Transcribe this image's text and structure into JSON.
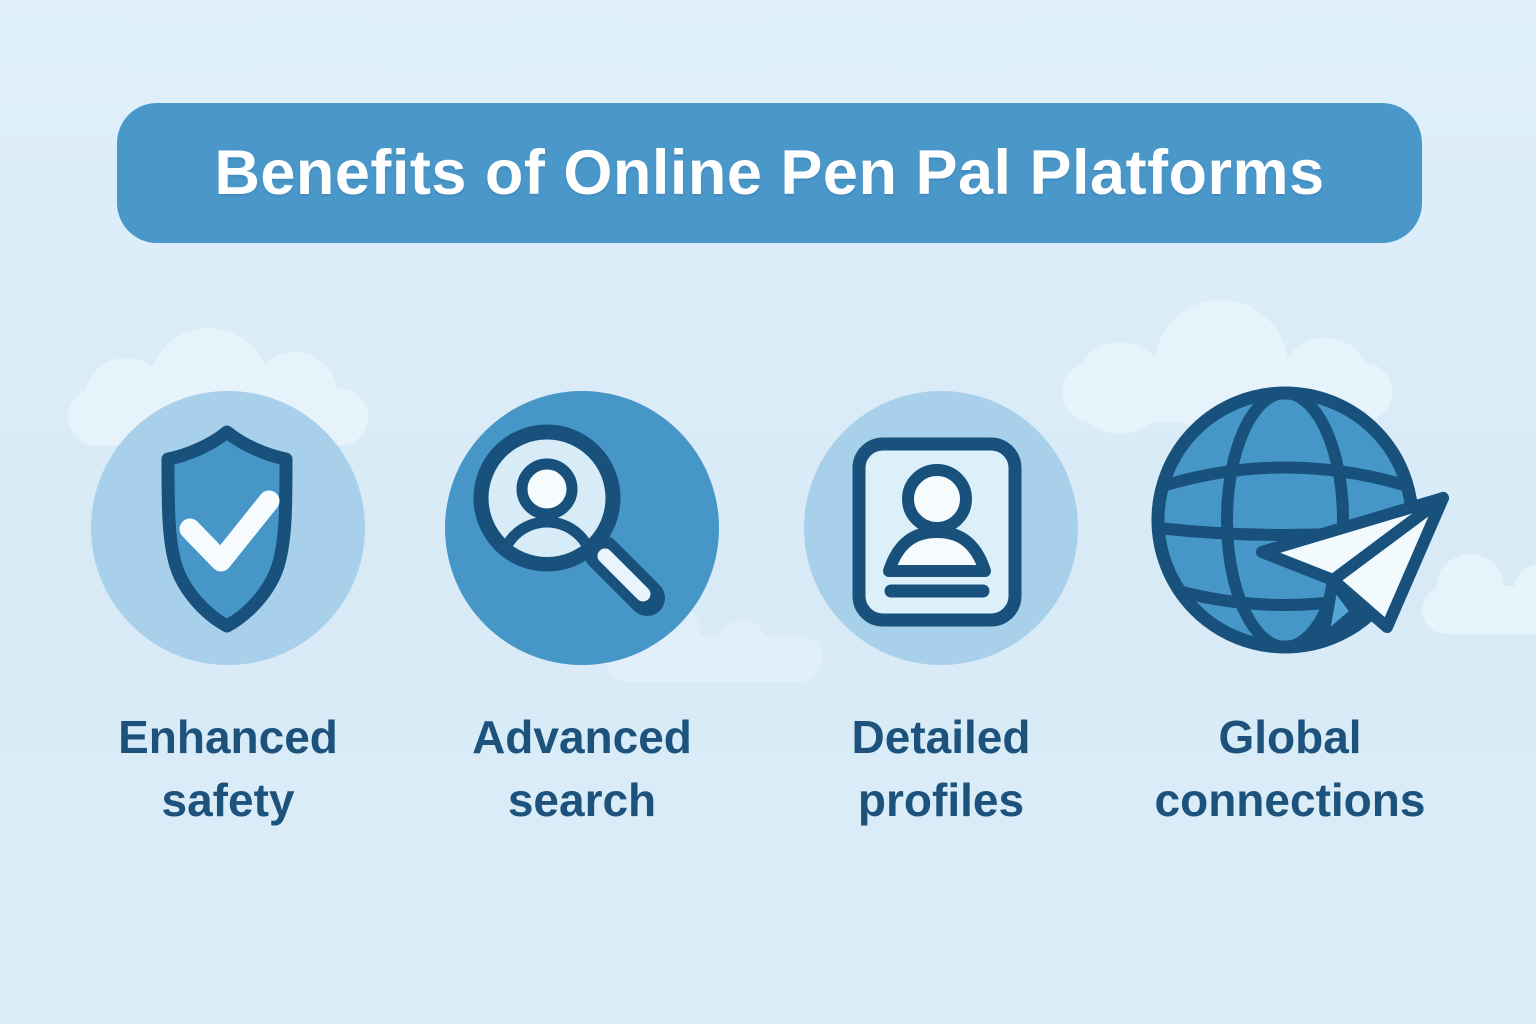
{
  "title": {
    "text": "Benefits of Online Pen Pal Platforms"
  },
  "benefits": [
    {
      "label": "Enhanced safety",
      "icon": "shield-check-icon"
    },
    {
      "label": "Advanced search",
      "icon": "user-search-icon"
    },
    {
      "label": "Detailed profiles",
      "icon": "profile-card-icon"
    },
    {
      "label": "Global connections",
      "icon": "globe-paper-plane-icon"
    }
  ],
  "colors": {
    "background": "#d7eaf6",
    "background_top": "#dff0fb",
    "cloud": "#e7f3fb",
    "banner": "#4a98ca",
    "banner_text": "#ffffff",
    "label_text": "#1c527b",
    "icon_circle_light": "#a9d0ea",
    "icon_circle_medium": "#4796c8",
    "icon_outline": "#17517c",
    "icon_fill_light": "#d8ecf8",
    "icon_fill_white": "#f6fbfe",
    "plane_keel": "#53a6d6"
  }
}
